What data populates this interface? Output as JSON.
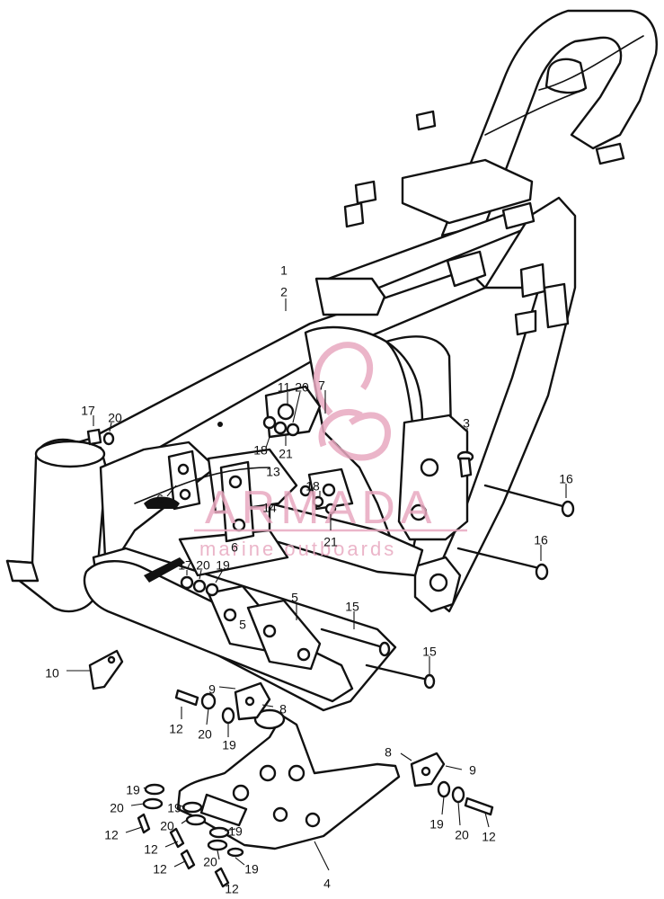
{
  "watermark": {
    "brand": "ARMADA",
    "tagline": "marine outboards",
    "color": "#e8a9c0"
  },
  "callouts": [
    {
      "id": "c1",
      "label": "1"
    },
    {
      "id": "c2",
      "label": "2"
    },
    {
      "id": "c3",
      "label": "3"
    },
    {
      "id": "c4",
      "label": "4"
    },
    {
      "id": "c5a",
      "label": "5"
    },
    {
      "id": "c5b",
      "label": "5"
    },
    {
      "id": "c6a",
      "label": "6"
    },
    {
      "id": "c6b",
      "label": "6"
    },
    {
      "id": "c7",
      "label": "7"
    },
    {
      "id": "c8a",
      "label": "8"
    },
    {
      "id": "c8b",
      "label": "8"
    },
    {
      "id": "c9a",
      "label": "9"
    },
    {
      "id": "c9b",
      "label": "9"
    },
    {
      "id": "c10",
      "label": "10"
    },
    {
      "id": "c11",
      "label": "11"
    },
    {
      "id": "c12a",
      "label": "12"
    },
    {
      "id": "c12b",
      "label": "12"
    },
    {
      "id": "c12c",
      "label": "12"
    },
    {
      "id": "c12d",
      "label": "12"
    },
    {
      "id": "c12e",
      "label": "12"
    },
    {
      "id": "c12f",
      "label": "12"
    },
    {
      "id": "c13",
      "label": "13"
    },
    {
      "id": "c14",
      "label": "14"
    },
    {
      "id": "c15a",
      "label": "15"
    },
    {
      "id": "c15b",
      "label": "15"
    },
    {
      "id": "c16a",
      "label": "16"
    },
    {
      "id": "c16b",
      "label": "16"
    },
    {
      "id": "c17a",
      "label": "17"
    },
    {
      "id": "c17b",
      "label": "17"
    },
    {
      "id": "c18a",
      "label": "18"
    },
    {
      "id": "c18b",
      "label": "18"
    },
    {
      "id": "c19a",
      "label": "19"
    },
    {
      "id": "c19b",
      "label": "19"
    },
    {
      "id": "c19c",
      "label": "19"
    },
    {
      "id": "c19d",
      "label": "19"
    },
    {
      "id": "c19e",
      "label": "19"
    },
    {
      "id": "c19f",
      "label": "19"
    },
    {
      "id": "c19g",
      "label": "19"
    },
    {
      "id": "c20a",
      "label": "20"
    },
    {
      "id": "c20b",
      "label": "20"
    },
    {
      "id": "c20c",
      "label": "20"
    },
    {
      "id": "c20d",
      "label": "20"
    },
    {
      "id": "c20e",
      "label": "20"
    },
    {
      "id": "c20f",
      "label": "20"
    },
    {
      "id": "c20g",
      "label": "20"
    },
    {
      "id": "c20h",
      "label": "20"
    },
    {
      "id": "c21a",
      "label": "21"
    },
    {
      "id": "c21b",
      "label": "21"
    }
  ]
}
